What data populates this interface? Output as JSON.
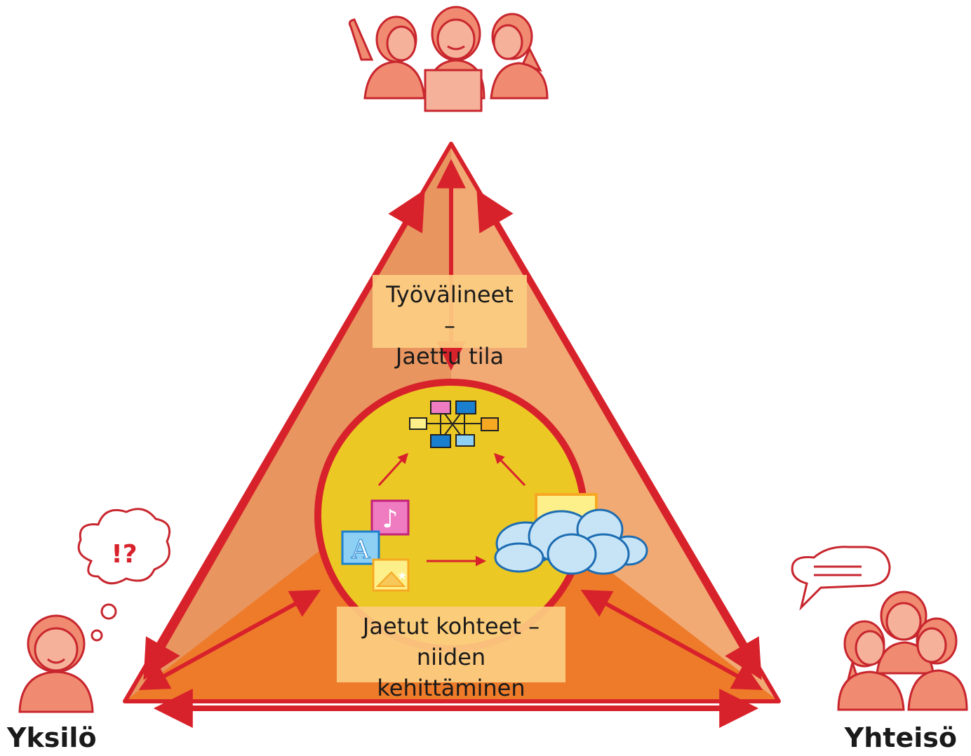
{
  "labels": {
    "tools_line1": "Työvälineet –",
    "tools_line2": "Jaettu tila",
    "objects_line1": "Jaetut kohteet –",
    "objects_line2": "niiden kehittäminen",
    "individual": "Yksilö",
    "community": "Yhteisö",
    "thought": "!?"
  },
  "colors": {
    "triangle_light": "#f2aa74",
    "triangle_mid": "#e8955f",
    "triangle_dark": "#ee7b2a",
    "outline": "#d8222b",
    "circle_fill": "#ecc825",
    "people": "#f08a70",
    "cloud": "#c7e4f7",
    "cloud_stroke": "#1d6db2"
  }
}
